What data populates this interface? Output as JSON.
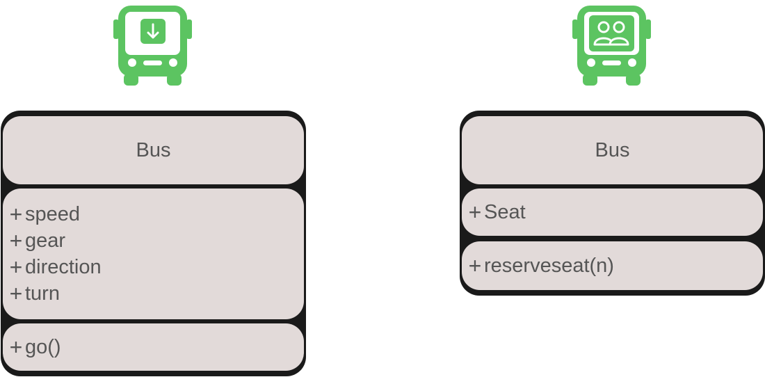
{
  "colors": {
    "icon_green": "#5cc461",
    "box_border": "#1a1a1a",
    "compartment_fill": "#e2dad9",
    "text": "#555555"
  },
  "left_class": {
    "icon": "bus-download-icon",
    "name": "Bus",
    "attributes": [
      {
        "symbol": "+",
        "name": "speed"
      },
      {
        "symbol": "+",
        "name": "gear"
      },
      {
        "symbol": "+",
        "name": "direction"
      },
      {
        "symbol": "+",
        "name": "turn"
      }
    ],
    "operations": [
      {
        "symbol": "+",
        "name": "go()"
      }
    ]
  },
  "right_class": {
    "icon": "bus-passengers-icon",
    "name": "Bus",
    "attributes": [
      {
        "symbol": "+",
        "name": "Seat"
      }
    ],
    "operations": [
      {
        "symbol": "+",
        "name": "reserveseat(n)"
      }
    ]
  }
}
